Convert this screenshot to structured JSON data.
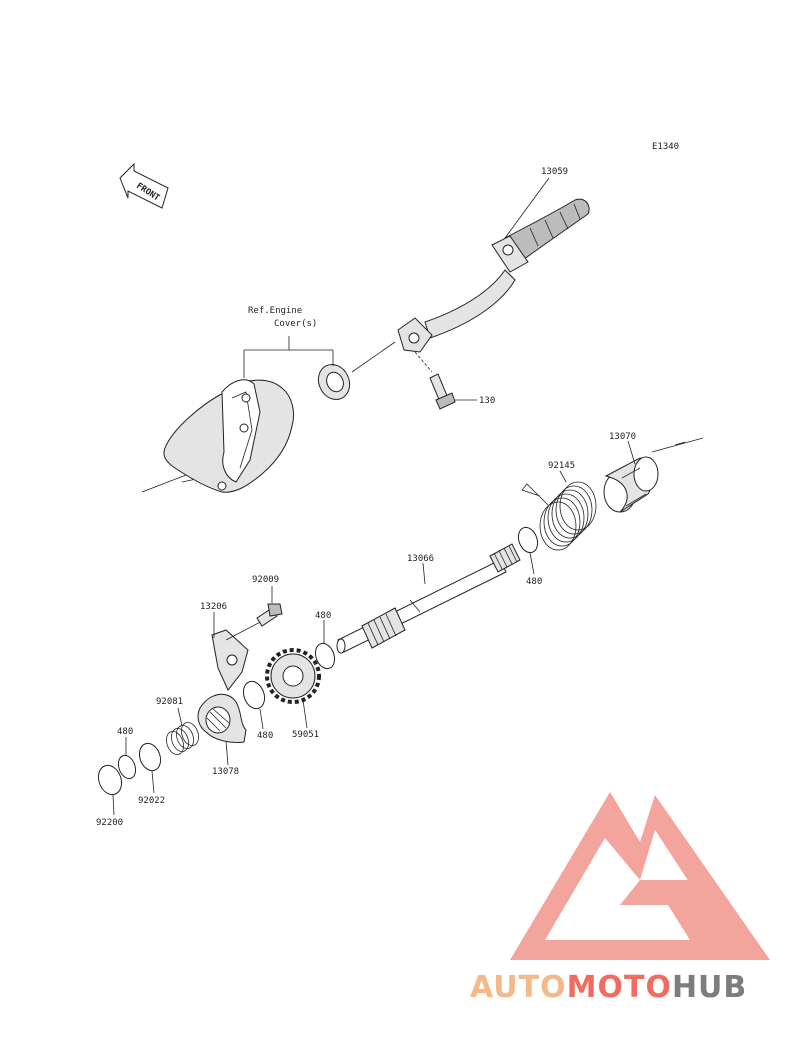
{
  "diagram_code": "E1340",
  "front_label": "FRONT",
  "ref_label_line1": "Ref.Engine",
  "ref_label_line2": "Cover(s)",
  "parts": {
    "p13059": "13059",
    "p130": "130",
    "p13070": "13070",
    "p92145": "92145",
    "p480_a": "480",
    "p13066": "13066",
    "p92009": "92009",
    "p13206": "13206",
    "p480_b": "480",
    "p59051": "59051",
    "p480_c": "480",
    "p92081": "92081",
    "p480_d": "480",
    "p13078": "13078",
    "p92022": "92022",
    "p92200": "92200"
  },
  "watermark": {
    "word1": "AUTO",
    "word2": "MOTO",
    "word3": "HUB",
    "colors": {
      "auto": "#f4b889",
      "moto": "#ee6d60",
      "hub": "#7d7d7d",
      "logo": "#f29a92"
    }
  }
}
